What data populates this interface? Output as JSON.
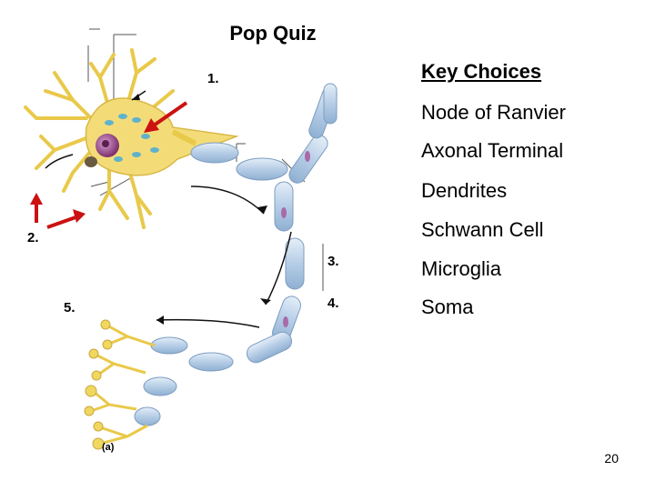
{
  "title": "Pop Quiz",
  "key_choices": {
    "heading": "Key Choices",
    "items": [
      "Node of Ranvier",
      "Axonal Terminal",
      "Dendrites",
      "Schwann Cell",
      "Microglia",
      "Soma"
    ]
  },
  "labels": [
    "1.",
    "2.",
    "3.",
    "4.",
    "5."
  ],
  "figure_label": "(a)",
  "page_number": "20",
  "colors": {
    "arrow": "#cc1111",
    "dendrite": "#f0d760",
    "myelin": "#bcd3ea",
    "nucleus": "#9a4d8a"
  }
}
